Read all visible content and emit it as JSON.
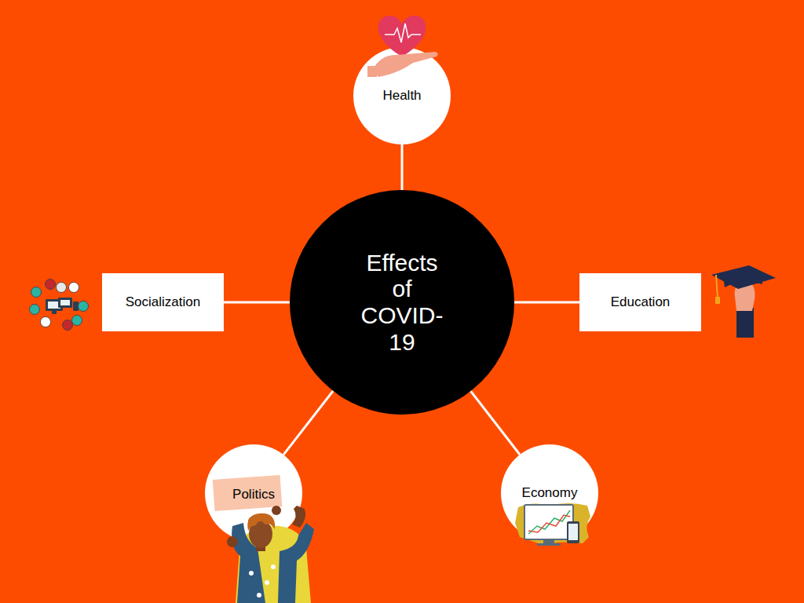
{
  "diagram": {
    "nodes": [
      {
        "text": [
          "Health"
        ]
      },
      {
        "text": [
          "Socialization"
        ]
      },
      {
        "text": [
          "Effects of COVID-19"
        ]
      },
      {
        "text": [
          "Education"
        ]
      },
      {
        "text": [
          "Politics"
        ]
      },
      {
        "text": [
          "Economy"
        ]
      }
    ],
    "edges": [
      {
        "from": 2,
        "to": 0,
        "arrow": "none"
      },
      {
        "from": 2,
        "to": 1,
        "arrow": "none"
      },
      {
        "from": 2,
        "to": 3,
        "arrow": "none"
      },
      {
        "from": 2,
        "to": 4,
        "arrow": "none"
      },
      {
        "from": 2,
        "to": 5,
        "arrow": "none"
      }
    ]
  }
}
